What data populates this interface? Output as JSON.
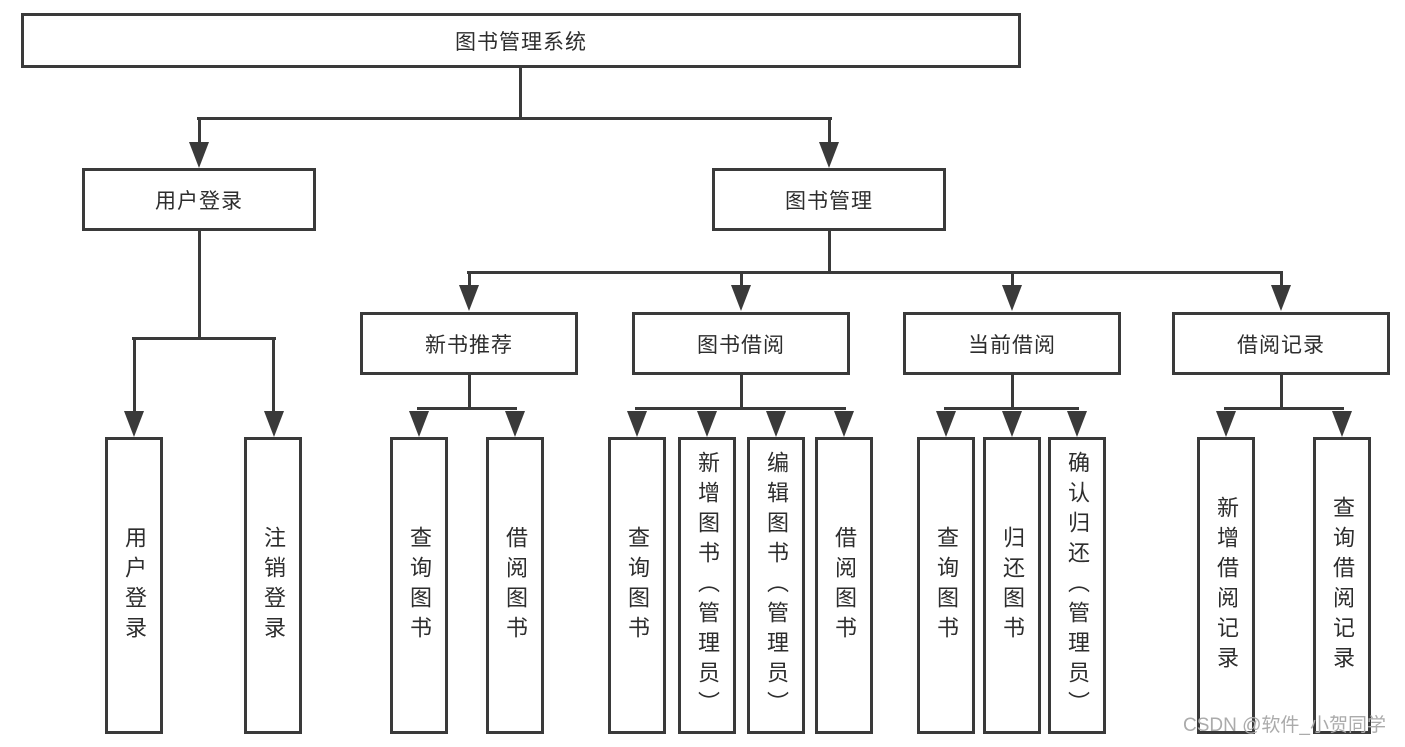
{
  "nodes": {
    "root": {
      "label": "图书管理系统"
    },
    "level2": [
      {
        "label": "用户登录"
      },
      {
        "label": "图书管理"
      }
    ],
    "level3": [
      {
        "label": "新书推荐"
      },
      {
        "label": "图书借阅"
      },
      {
        "label": "当前借阅"
      },
      {
        "label": "借阅记录"
      }
    ],
    "leaves": {
      "user_login": [
        "用户登录",
        "注销登录"
      ],
      "new_book_recommend": [
        "查询图书",
        "借阅图书"
      ],
      "book_borrow": [
        "查询图书",
        "新增图书（管理员）",
        "编辑图书（管理员）",
        "借阅图书"
      ],
      "current_borrow": [
        "查询图书",
        "归还图书",
        "确认归还（管理员）"
      ],
      "borrow_records": [
        "新增借阅记录",
        "查询借阅记录"
      ]
    }
  },
  "watermark": {
    "text": "CSDN @软件_小贺同学"
  },
  "colors": {
    "line": "#3a3a3a",
    "text": "#2d2d2d",
    "background": "#ffffff",
    "watermark": "#ababab"
  }
}
